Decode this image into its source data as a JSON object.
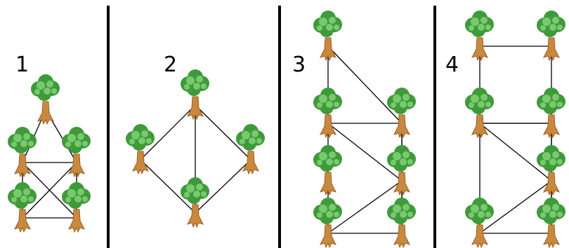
{
  "colors": {
    "background": "#ffffff",
    "divider": "#000000",
    "edge": "#000000",
    "foliage_dark": "#3f9a3a",
    "foliage_light": "#79c96f",
    "trunk": "#c8893f",
    "trunk_dark": "#9a5f22"
  },
  "panels": [
    {
      "label": "1",
      "trees": [
        "tree",
        "tree",
        "tree",
        "tree",
        "tree"
      ],
      "edges": [
        [
          0,
          1
        ],
        [
          0,
          2
        ],
        [
          1,
          2
        ],
        [
          1,
          3
        ],
        [
          2,
          4
        ],
        [
          3,
          4
        ],
        [
          1,
          4
        ],
        [
          2,
          3
        ]
      ]
    },
    {
      "label": "2",
      "trees": [
        "tree",
        "tree",
        "tree",
        "tree"
      ],
      "edges": [
        [
          0,
          1
        ],
        [
          0,
          2
        ],
        [
          0,
          3
        ],
        [
          1,
          3
        ],
        [
          2,
          3
        ]
      ]
    },
    {
      "label": "3",
      "trees": [
        "tree",
        "tree",
        "tree",
        "tree",
        "tree",
        "tree",
        "tree"
      ],
      "edges": [
        [
          0,
          1
        ],
        [
          0,
          2
        ],
        [
          1,
          2
        ],
        [
          1,
          3
        ],
        [
          2,
          3
        ],
        [
          1,
          5
        ],
        [
          3,
          5
        ],
        [
          3,
          6
        ],
        [
          5,
          6
        ],
        [
          2,
          6
        ]
      ]
    },
    {
      "label": "4",
      "trees": [
        "tree",
        "tree",
        "tree",
        "tree",
        "tree",
        "tree",
        "tree",
        "tree"
      ],
      "edges": [
        [
          0,
          1
        ],
        [
          0,
          2
        ],
        [
          1,
          3
        ],
        [
          2,
          3
        ],
        [
          2,
          4
        ],
        [
          3,
          4
        ],
        [
          3,
          5
        ],
        [
          2,
          5
        ],
        [
          2,
          6
        ],
        [
          5,
          6
        ],
        [
          5,
          7
        ],
        [
          6,
          7
        ],
        [
          3,
          7
        ]
      ]
    }
  ]
}
